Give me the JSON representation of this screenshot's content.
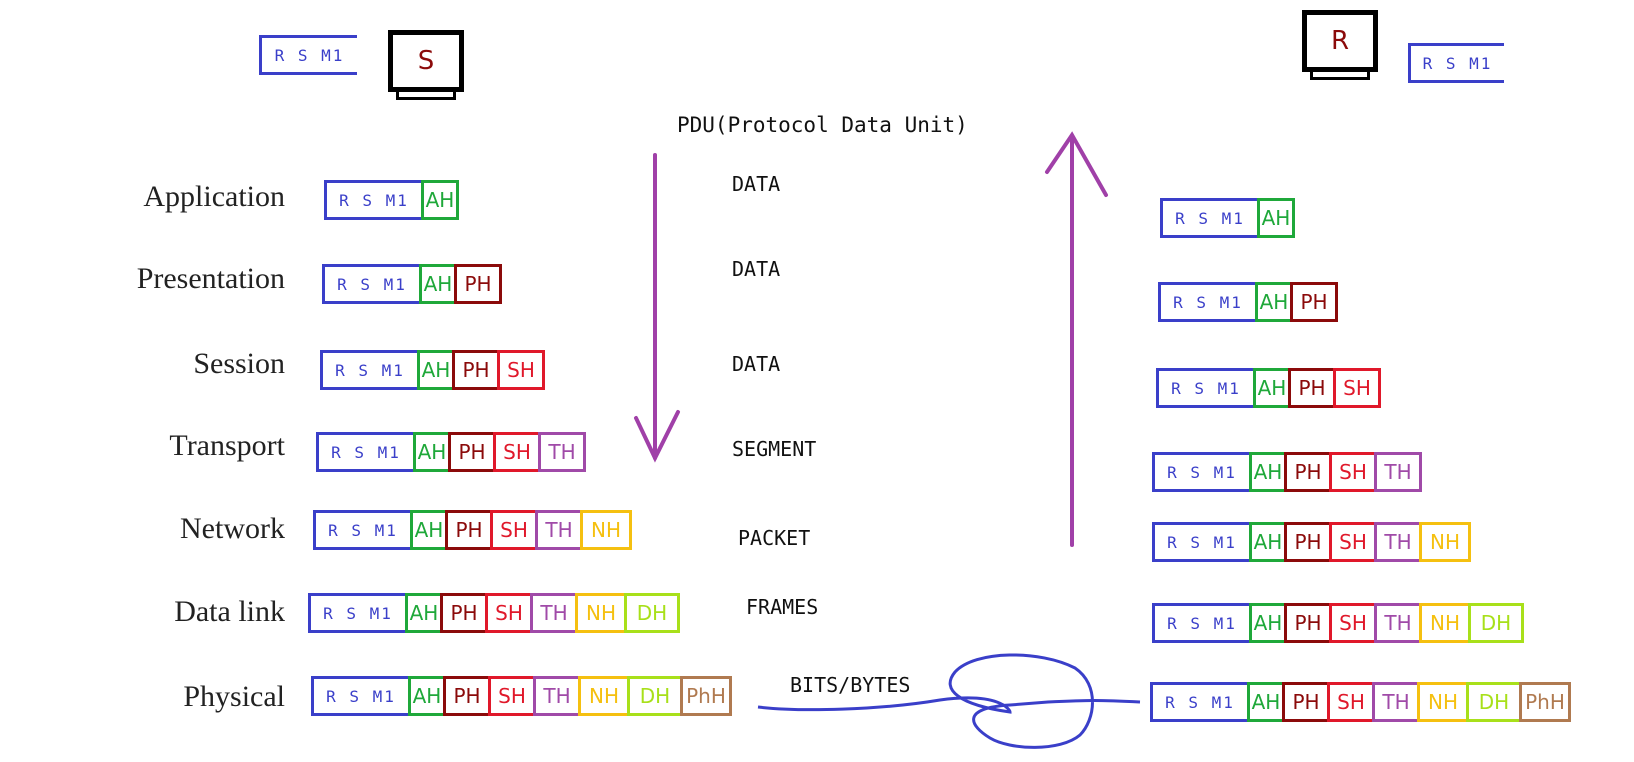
{
  "title": "PDU(Protocol Data Unit)",
  "sender": {
    "label": "S",
    "message": "R S M1"
  },
  "receiver": {
    "label": "R",
    "message": "R S M1"
  },
  "message_label": "R S M1",
  "colors": {
    "message": "#3a3fc9",
    "AH": "#1fa83a",
    "PH": "#8b0a0a",
    "SH": "#e0182a",
    "TH": "#a04aa8",
    "NH": "#f5c010",
    "DH": "#a8e01a",
    "PhH": "#b07a50",
    "arrow": "#a040a8",
    "wire": "#3a3fc9"
  },
  "headers": [
    {
      "label": "AH",
      "color_key": "AH"
    },
    {
      "label": "PH",
      "color_key": "PH"
    },
    {
      "label": "SH",
      "color_key": "SH"
    },
    {
      "label": "TH",
      "color_key": "TH"
    },
    {
      "label": "NH",
      "color_key": "NH"
    },
    {
      "label": "DH",
      "color_key": "DH"
    },
    {
      "label": "PhH",
      "color_key": "PhH"
    }
  ],
  "layers": [
    {
      "name": "Application",
      "pdu": "DATA",
      "header_count": 1
    },
    {
      "name": "Presentation",
      "pdu": "DATA",
      "header_count": 2
    },
    {
      "name": "Session",
      "pdu": "DATA",
      "header_count": 3
    },
    {
      "name": "Transport",
      "pdu": "SEGMENT",
      "header_count": 4
    },
    {
      "name": "Network",
      "pdu": "PACKET",
      "header_count": 5
    },
    {
      "name": "Data link",
      "pdu": "FRAMES",
      "header_count": 6
    },
    {
      "name": "Physical",
      "pdu": "BITS/BYTES",
      "header_count": 7
    }
  ]
}
